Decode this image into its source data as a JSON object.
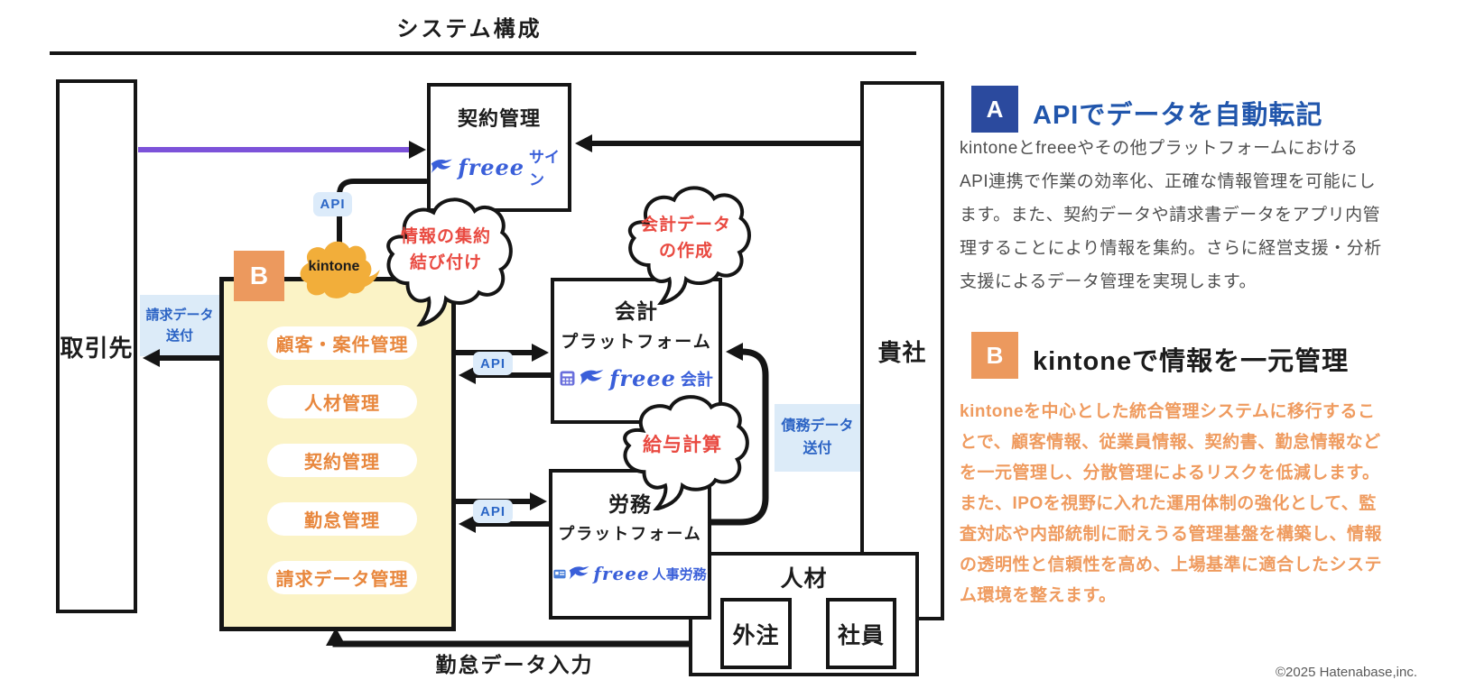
{
  "diagram": {
    "title": "システム構成",
    "boxes": {
      "torihikisaki": "取引先",
      "keiyaku_kanri": "契約管理",
      "kaikei_line1": "会計",
      "kaikei_line2": "プラットフォーム",
      "roumu_line1": "労務",
      "roumu_line2": "プラットフォーム",
      "kisha": "貴社",
      "jinzai": "人材",
      "gaichuu": "外注",
      "shain": "社員"
    },
    "kintone_box": {
      "badge": "B",
      "cloud_label": "kintone",
      "items": [
        "顧客・案件管理",
        "人材管理",
        "契約管理",
        "勤怠管理",
        "請求データ管理"
      ]
    },
    "logos": {
      "word": "freee",
      "sign_suffix": "サイン",
      "kaikei_suffix": "会計",
      "jinji_suffix": "人事労務"
    },
    "bubbles": {
      "joho": "情報の集約\n結び付け",
      "kaikei_data": "会計データ\nの作成",
      "kyuyo": "給与計算"
    },
    "labels": {
      "seikyu_sofu": "請求データ\n送付",
      "saimu_sofu": "債務データ\n送付",
      "kintai_input": "勤怠データ入力",
      "api": "API"
    }
  },
  "panel": {
    "section_a": {
      "badge": "A",
      "title": "APIでデータを自動転記",
      "body": "kintoneとfreeeやその他プラットフォームにおける\nAPI連携で作業の効率化、正確な情報管理を可能にし\nます。また、契約データや請求書データをアプリ内管\n理することにより情報を集約。さらに経営支援・分析\n支援によるデータ管理を実現します。"
    },
    "section_b": {
      "badge": "B",
      "title": "kintoneで情報を一元管理",
      "body": "kintoneを中心とした統合管理システムに移行するこ\nとで、顧客情報、従業員情報、契約書、勤怠情報など\nを一元管理し、分散管理によるリスクを低減します。\nまた、IPOを視野に入れた運用体制の強化として、監\n査対応や内部統制に耐えうる管理基盤を構築し、情報\nの透明性と信頼性を高め、上場基準に適合したシステ\nム環境を整えます。"
    }
  },
  "copyright": "©2025 Hatenabase,inc.",
  "colors": {
    "purple_arrow": "#7C52D9",
    "freee_blue": "#3A5FD9",
    "badge_blue": "#2B4A9E",
    "title_blue": "#2156AC",
    "badge_orange": "#EC995E",
    "body_orange": "#EF9B5F",
    "bubble_red": "#E94A41",
    "api_blue": "#2B66C6",
    "api_bg": "#DCEBFA",
    "kintone_yellow": "#FBF3C6",
    "pill_orange": "#E8873D",
    "kintone_cloud": "#F2AE3A",
    "line_black": "#151515",
    "body_gray": "#4F4F4F"
  }
}
